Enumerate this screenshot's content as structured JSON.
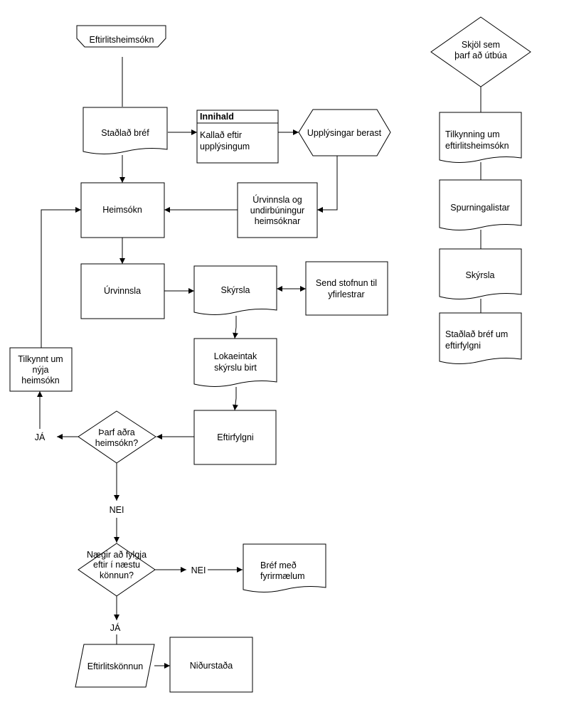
{
  "nodes": {
    "eftirlitsheimsokn": "Eftirlitsheimsókn",
    "stadlad_bref": "Staðlað bréf",
    "innihald_title": "Innihald",
    "innihald_line1": "Kallað eftir",
    "innihald_line2": "upplýsingum",
    "upplysingar_berast": "Upplýsingar berast",
    "heimsokn": "Heimsókn",
    "urvinnsla_undirb_1": "Úrvinnsla og",
    "urvinnsla_undirb_2": "undirbúningur",
    "urvinnsla_undirb_3": "heimsóknar",
    "urvinnsla": "Úrvinnsla",
    "skyrsla": "Skýrsla",
    "send_stofnun_1": "Send stofnun til",
    "send_stofnun_2": "yfirlestrar",
    "lokaeintak_1": "Lokaeintak",
    "lokaeintak_2": "skýrslu birt",
    "tilkynnt_1": "Tilkynnt um",
    "tilkynnt_2": "nýja",
    "tilkynnt_3": "heimsókn",
    "eftirfylgni": "Eftirfylgni",
    "tharf_adra_1": "Þarf aðra",
    "tharf_adra_2": "heimsókn?",
    "ja_1": "JÁ",
    "nei_1": "NEI",
    "naegir_1": "Nægir að fylgja",
    "naegir_2": "eftir í næstu",
    "naegir_3": "könnun?",
    "nei_2": "NEI",
    "bref_med_1": "Bréf með",
    "bref_med_2": "fyrirmælum",
    "ja_2": "JÁ",
    "eftirlitskonnun": "Eftirlitskönnun",
    "nidurstada": "Niðurstaða"
  },
  "side": {
    "skjol_1": "Skjöl sem",
    "skjol_2": "þarf að útbúa",
    "tilkynning_1": "Tilkynning um",
    "tilkynning_2": "eftirlitsheimsókn",
    "spurningalistar": "Spurningalistar",
    "skyrsla": "Skýrsla",
    "stadlad_eftirf_1": "Staðlað bréf um",
    "stadlad_eftirf_2": "eftirfylgni"
  }
}
